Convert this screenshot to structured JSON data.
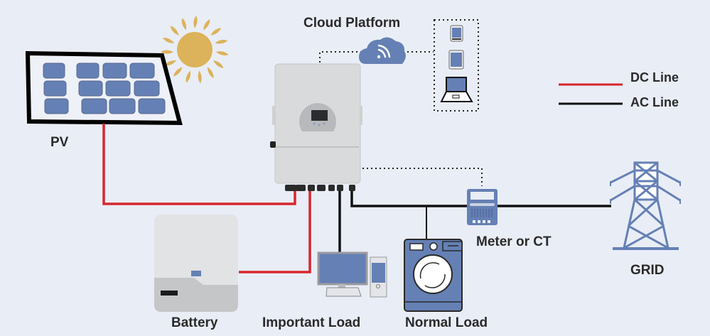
{
  "title": "Hybrid Solar Inverter System Diagram",
  "labels": {
    "cloud": "Cloud Platform",
    "pv": "PV",
    "battery": "Battery",
    "important_load": "Important Load",
    "normal_load": "Normal Load",
    "meter": "Meter or CT",
    "grid": "GRID"
  },
  "legend": [
    {
      "label": "DC Line",
      "color": "#d7262e"
    },
    {
      "label": "AC Line",
      "color": "#111111"
    }
  ],
  "colors": {
    "background": "#e9edf6",
    "icon_blue": "#6580b4",
    "sun": "#dcb25a",
    "dc_line": "#d7262e",
    "ac_line": "#111111",
    "device_gray": "#d9dadb"
  }
}
